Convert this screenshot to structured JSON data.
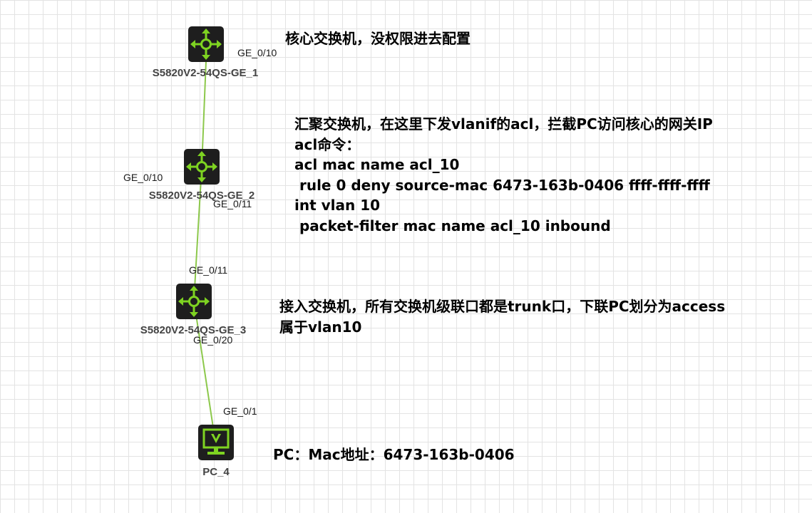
{
  "colors": {
    "link": "#8cc84b",
    "icon_bg": "#1e1e1e",
    "icon_green": "#7ed321"
  },
  "devices": [
    {
      "name": "S5820V2-54QS-GE_1",
      "icon": "switch-icon"
    },
    {
      "name": "S5820V2-54QS-GE_2",
      "icon": "switch-icon"
    },
    {
      "name": "S5820V2-54QS-GE_3",
      "icon": "switch-icon"
    },
    {
      "name": "PC_4",
      "icon": "monitor-icon"
    }
  ],
  "ports": {
    "sw1_down": "GE_0/10",
    "sw2_up": "GE_0/10",
    "sw2_down": "GE_0/11",
    "sw3_up": "GE_0/11",
    "sw3_down": "GE_0/20",
    "pc_up": "GE_0/1"
  },
  "notes": {
    "core": [
      "核心交换机，没权限进去配置"
    ],
    "aggregation": [
      "汇聚交换机，在这里下发vlanif的acl，拦截PC访问核心的网关IP",
      "acl命令：",
      "acl mac name acl_10",
      " rule 0 deny source-mac 6473-163b-0406 ffff-ffff-ffff",
      "int vlan 10",
      " packet-filter mac name acl_10 inbound"
    ],
    "access": [
      "接入交换机，所有交换机级联口都是trunk口，下联PC划分为access",
      "属于vlan10"
    ],
    "pc": [
      "PC：Mac地址：6473-163b-0406"
    ]
  }
}
